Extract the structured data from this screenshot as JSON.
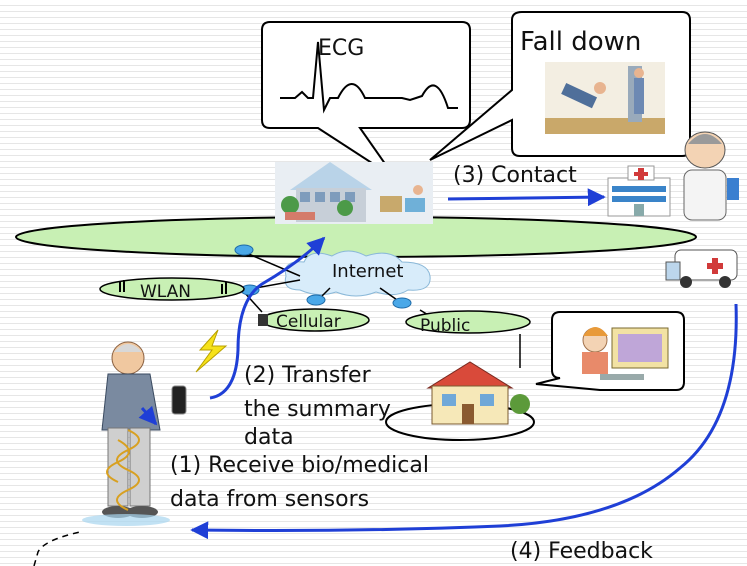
{
  "bubbles": {
    "ecg": "ECG",
    "fall": "Fall down"
  },
  "networks": {
    "internet": "Internet",
    "wlan": "WLAN",
    "cellular": "Cellular",
    "public": "Public"
  },
  "steps": {
    "contact": "(3) Contact",
    "transfer_line1": "(2) Transfer",
    "transfer_line2": "the summary",
    "transfer_line3": "data",
    "receive_line1": "(1) Receive bio/medical",
    "receive_line2": "data from sensors",
    "feedback": "(4) Feedback"
  },
  "colors": {
    "ellipse_fill": "#c8f0b4",
    "arrow": "#1f3fd6",
    "router": "#4aa8e8",
    "cloud": "#d8ecfa"
  },
  "icons": [
    "ecg-waveform-icon",
    "fall-down-scene-icon",
    "medical-center-building-icon",
    "hospital-icon",
    "doctor-icon",
    "ambulance-icon",
    "router-icon",
    "wifi-antenna-icon",
    "lightning-icon",
    "elderly-man-icon",
    "mobile-phone-icon",
    "house-icon",
    "caregiver-computer-icon",
    "sensor-coil-icon"
  ]
}
